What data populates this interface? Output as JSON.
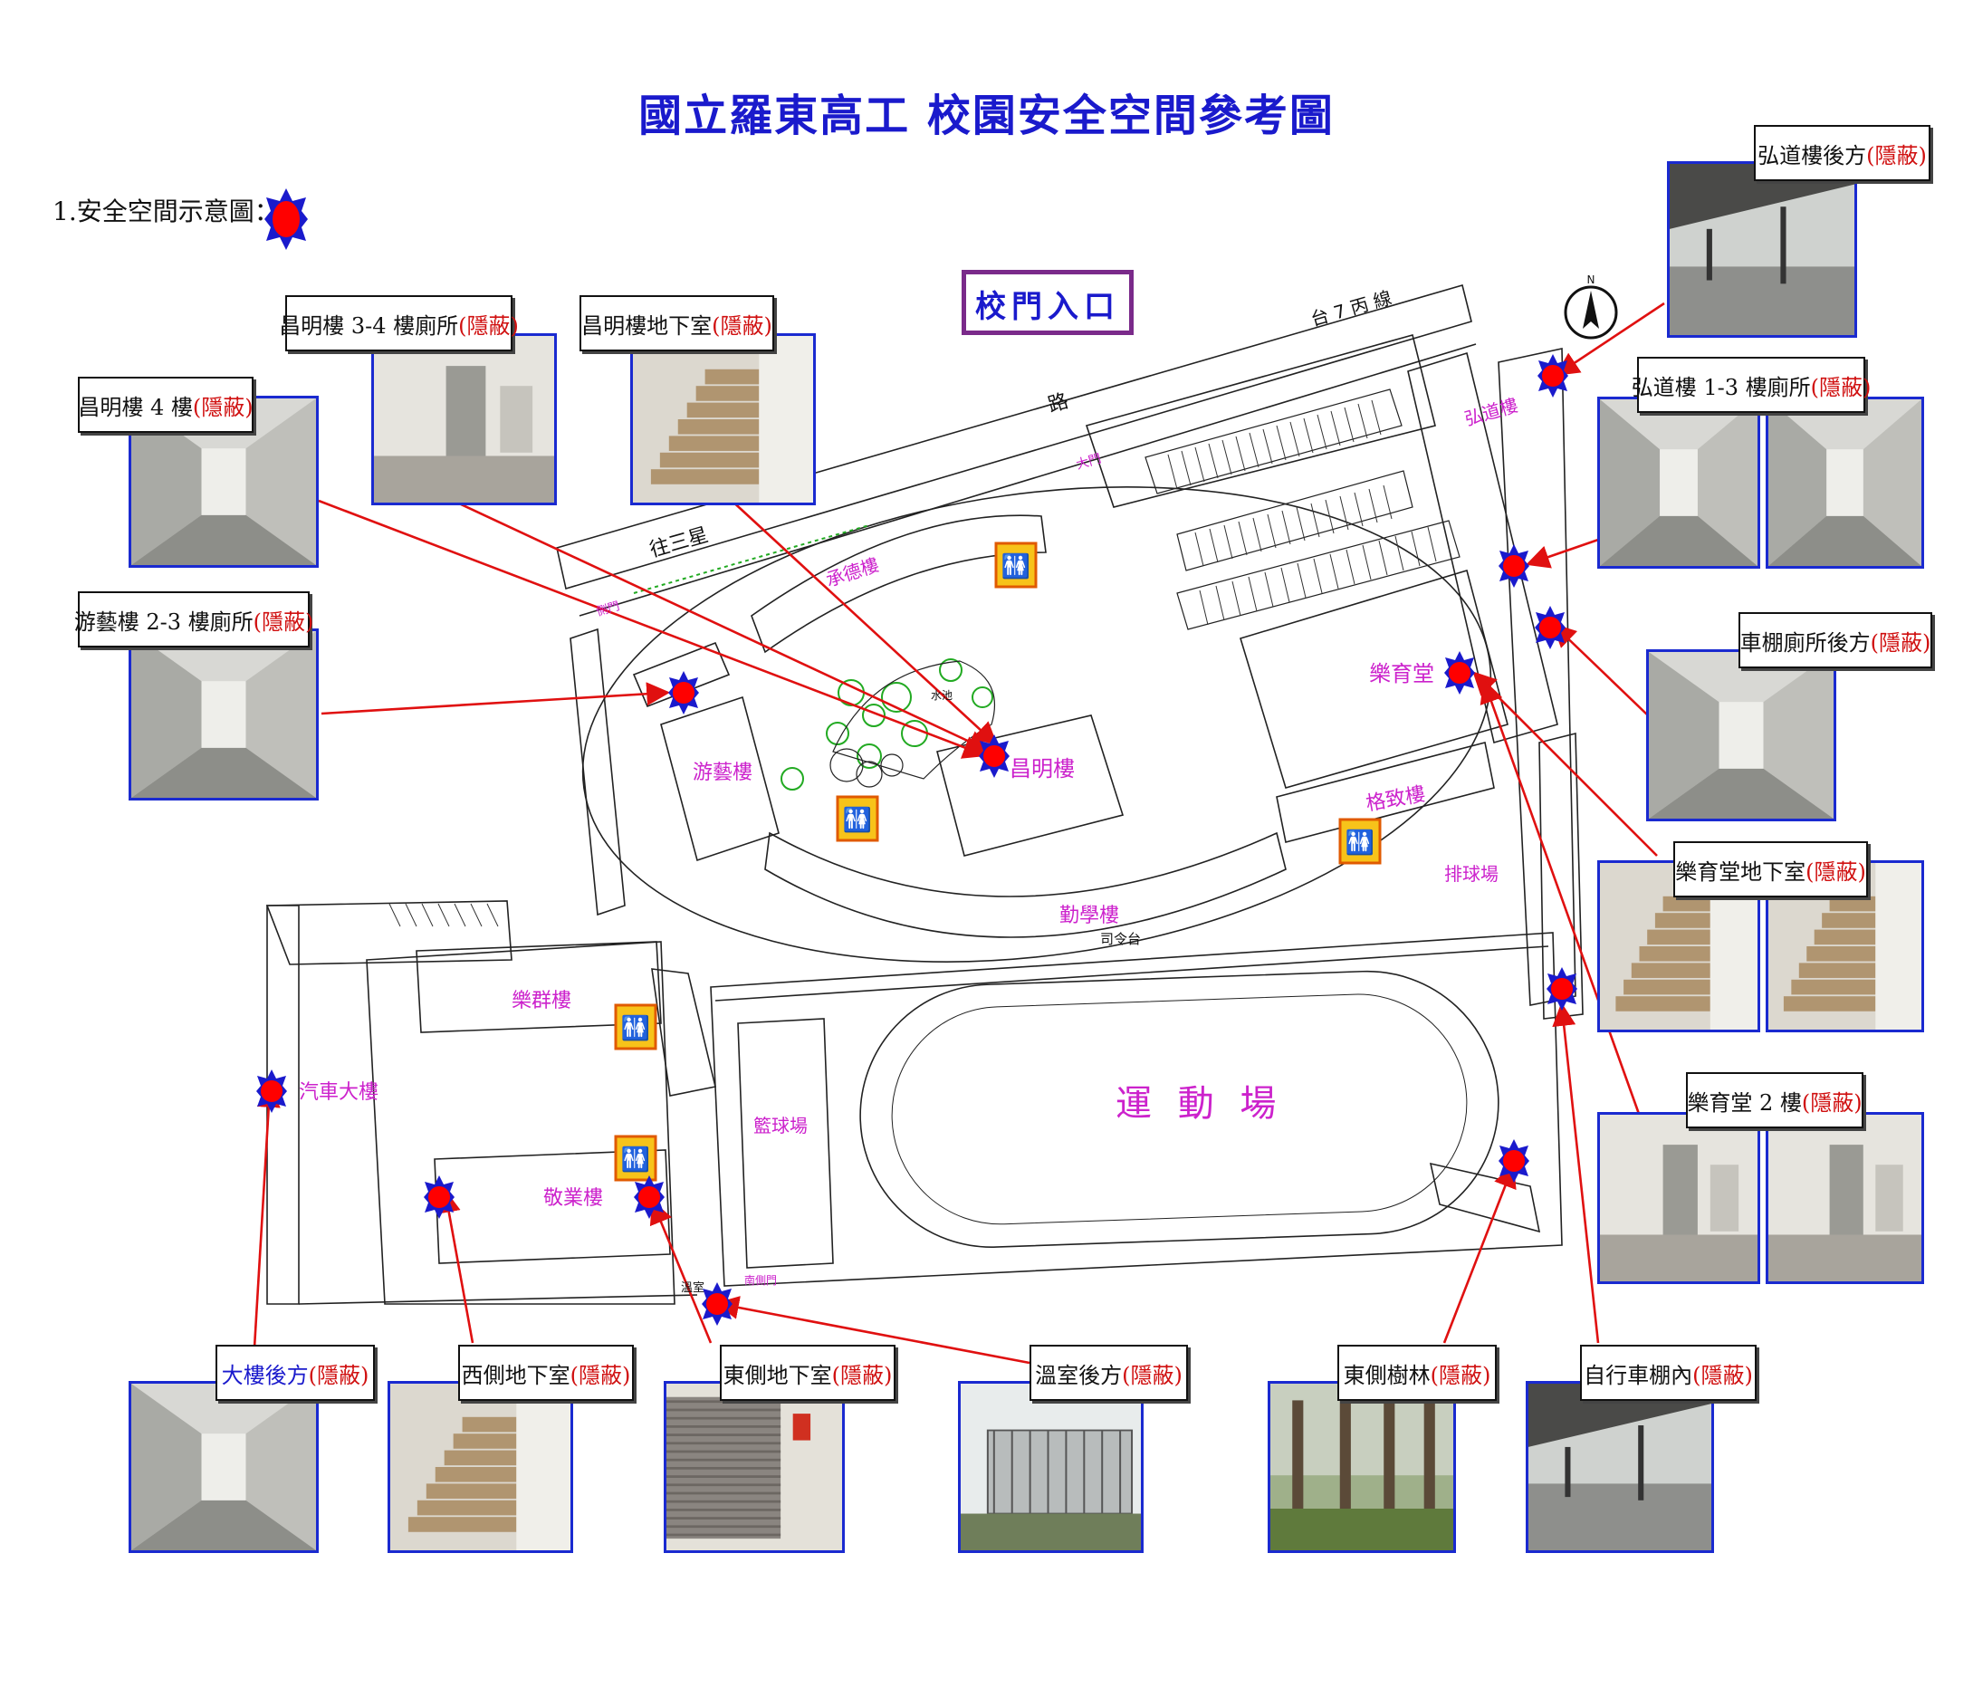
{
  "title": "國立羅東高工  校園安全空間參考圖",
  "legend": {
    "text": "1.安全空間示意圖：",
    "marker_icon": "red-star-marker"
  },
  "gate_label": "校門入口",
  "hidden_tag": "(隱蔽)",
  "map": {
    "road_north": "台 7 丙 線",
    "road_to": "往三星",
    "road": "路",
    "buildings": {
      "changming": "昌明樓",
      "youyi": "游藝樓",
      "leyu": "樂育堂",
      "gezhi": "格致樓",
      "qinxue": "勤學樓",
      "lequn": "樂群樓",
      "jingye": "敬業樓",
      "qiche": "汽車大樓",
      "hongdao": "弘道樓",
      "chengde": "承德樓"
    },
    "areas": {
      "stadium": "運 動 場",
      "basketball": "籃球場",
      "volleyball": "排球場",
      "podium": "司令台",
      "greenhouse": "溫室",
      "pool": "水池",
      "gate_main": "大門",
      "side_gate": "側門",
      "south_gate": "南側門"
    },
    "north_icon": "north-arrow-icon",
    "restroom_icon": "restroom-icon"
  },
  "callouts": [
    {
      "id": "changming-4f",
      "name": "昌明樓 4 樓"
    },
    {
      "id": "changming-34-restroom",
      "name": "昌明樓 3-4 樓廁所"
    },
    {
      "id": "changming-basement",
      "name": "昌明樓地下室"
    },
    {
      "id": "youyi-23-restroom",
      "name": "游藝樓 2-3 樓廁所"
    },
    {
      "id": "hongdao-back",
      "name": "弘道樓後方"
    },
    {
      "id": "hongdao-13-restroom",
      "name": "弘道樓 1-3 樓廁所"
    },
    {
      "id": "shed-restroom-back",
      "name": "車棚廁所後方"
    },
    {
      "id": "leyu-basement",
      "name": "樂育堂地下室"
    },
    {
      "id": "leyu-2f",
      "name": "樂育堂 2 樓"
    },
    {
      "id": "building-back",
      "name": "大樓後方",
      "blue": true
    },
    {
      "id": "west-basement",
      "name": "西側地下室"
    },
    {
      "id": "east-basement",
      "name": "東側地下室"
    },
    {
      "id": "greenhouse-back",
      "name": "溫室後方"
    },
    {
      "id": "east-grove",
      "name": "東側樹林"
    },
    {
      "id": "bike-shed",
      "name": "自行車棚內"
    }
  ],
  "colors": {
    "title": "#1a1acc",
    "marker": "#ff0000",
    "marker_edge": "#1a1acc",
    "arrow": "#e01010",
    "building_label": "#cc22cc",
    "gate_frame": "#7a2a8a",
    "photo_border": "#1a2ad0"
  }
}
